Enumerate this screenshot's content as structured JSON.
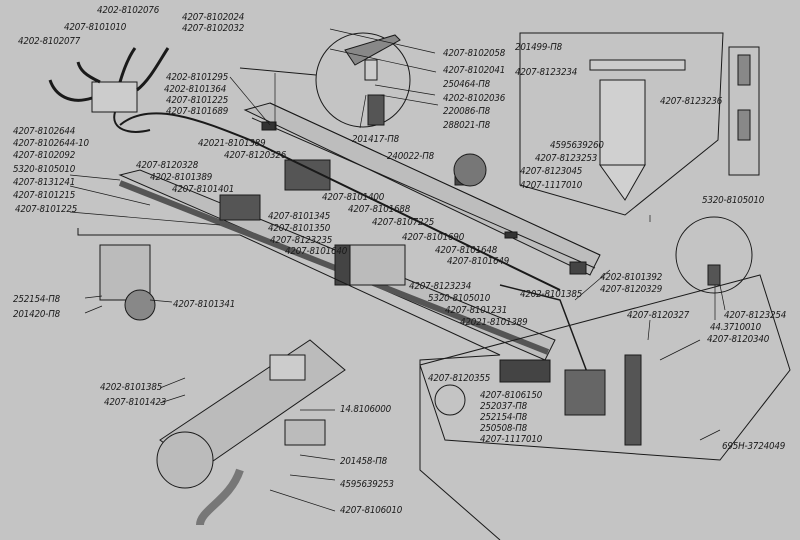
{
  "diagram": {
    "title": "Pre-start heater system assembly (exploded parts diagram)",
    "background_color": "#c4c4c4",
    "ink_color": "#1a1a1a",
    "callouts": {
      "harness_top": [
        "4202-8102076",
        "4207-8101010",
        "4202-8102077",
        "4207-8102024",
        "4207-8102032"
      ],
      "harness_left": [
        "4207-8102644",
        "4207-8102644-10",
        "4207-8102092",
        "5320-8105010",
        "4207-8131241",
        "4207-8101215",
        "4207-8101225"
      ],
      "duct_upper": [
        "4202-8101295",
        "4202-8101364",
        "4207-8101225",
        "4207-8101689",
        "42021-8101389",
        "4207-8120326",
        "4207-8120328",
        "4202-8101389",
        "4207-8101401"
      ],
      "fuel_valve_circle": [
        "4207-8102058",
        "4207-8102041",
        "250464-П8",
        "4202-8102036",
        "220086-П8",
        "288021-П8",
        "201417-П8",
        "240022-П8"
      ],
      "filter_box": [
        "201499-П8",
        "4207-8123234",
        "4207-8123236",
        "4595639260",
        "4207-8123253",
        "4207-8123045",
        "4207-1117010"
      ],
      "drain_valve": [
        "5320-8105010"
      ],
      "duct_middle": [
        "4207-8101400",
        "4207-8101688",
        "4207-8101345",
        "4207-8101350",
        "4207-8107225",
        "4207-8123235",
        "4207-8101640",
        "4207-8101690",
        "4207-8101648",
        "4207-8101649"
      ],
      "duct_lower": [
        "4207-8123234",
        "5320-8105010",
        "4207-8101231",
        "42021-8101389",
        "4202-8101385",
        "4202-8101392",
        "4207-8120329"
      ],
      "sensor_circle": [
        "4207-8123254",
        "44.3710010",
        "4207-8120327",
        "4207-8120340"
      ],
      "pump": [
        "252154-П8",
        "201420-П8",
        "4207-8101341"
      ],
      "heater": [
        "4202-8101385",
        "4207-8101423",
        "14.8106000",
        "201458-П8",
        "4595639253",
        "4207-8106010"
      ],
      "lower_right": [
        "4207-8120355",
        "4207-8106150",
        "252037-П8",
        "252154-П8",
        "250508-П8",
        "4207-1117010",
        "695Н-3724049"
      ]
    }
  }
}
